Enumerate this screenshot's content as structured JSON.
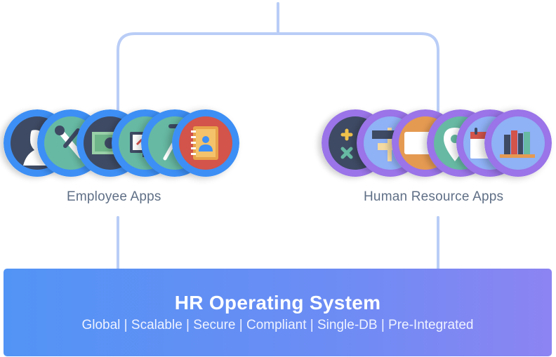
{
  "employee_apps": {
    "label": "Employee Apps",
    "icons": [
      "person-silhouette-icon",
      "wrench-icon",
      "money-bill-icon",
      "monitor-icon",
      "ruler-pencil-icon",
      "address-book-icon"
    ]
  },
  "hr_apps": {
    "label": "Human Resource Apps",
    "icons": [
      "calculator-symbols-icon",
      "signpost-icon",
      "tv-screen-icon",
      "map-pin-icon",
      "calendar-icon",
      "books-icon"
    ]
  },
  "hros": {
    "title": "HR Operating System",
    "subtitle": "Global | Scalable | Secure | Compliant | Single-DB | Pre-Integrated"
  },
  "colors": {
    "connector": "#b9cdf6",
    "employee_ring": "#3d8ff5",
    "hr_ring": "#9a74e8",
    "banner_start": "#5294f5",
    "banner_end": "#8c84f2",
    "label_text": "#5f6f86"
  }
}
